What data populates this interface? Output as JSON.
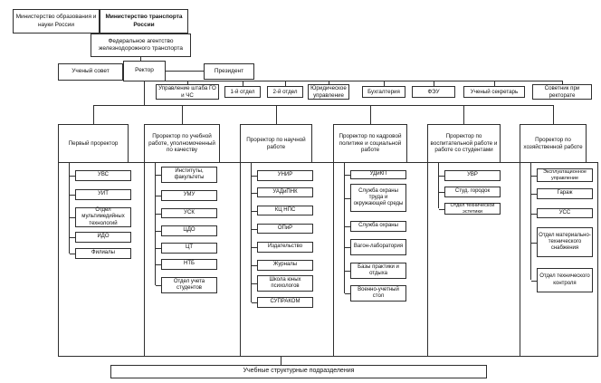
{
  "top": {
    "ministry_education": "Министерство образования и науки России",
    "ministry_transport": "Министерство транспорта России",
    "federal_agency": "Федеральное агентство железнодорожного транспорта",
    "academic_council": "Ученый совет",
    "rector": "Ректор",
    "president": "Президент"
  },
  "staff_row": [
    "Управление штаба ГО и ЧС",
    "1-й отдел",
    "2-й отдел",
    "Юридическое управление",
    "Бухгалтерия",
    "ФЭУ",
    "Ученый секретарь",
    "Советник при ректорате"
  ],
  "columns": [
    {
      "header": "Первый проректор",
      "children": [
        "УВС",
        "УИТ",
        "Отдел мультимедийных технологий",
        "ИДО",
        "Филиалы"
      ]
    },
    {
      "header": "Проректор по учебной работе, уполномоченный по качеству",
      "children": [
        "Институты, факультеты",
        "УМУ",
        "УСК",
        "ЦДО",
        "ЦТ",
        "НТБ",
        "Отдел учета студентов"
      ]
    },
    {
      "header": "Проректор по научной работе",
      "children": [
        "УНИР",
        "УАДиПНК",
        "КЦ НПС",
        "ОПиР",
        "Издательство",
        "Журналы",
        "Школа юных психологов",
        "СУПРАКОМ"
      ]
    },
    {
      "header": "Проректор по кадровой политике и социальной работе",
      "children": [
        "УДиКП",
        "Служба охраны труда и окружающей среды",
        "Служба охраны",
        "Вагон-лаборатория",
        "Базы практики и отдыха",
        "Военно-учетный стол"
      ]
    },
    {
      "header": "Проректор по воспитательной работе и работе со студентами",
      "children": [
        "УВР",
        "Студ. городок",
        "Отдел технической эстетики"
      ]
    },
    {
      "header": "Проректор по хозяйственной работе",
      "children": [
        "Эксплуатационное управление",
        "Гараж",
        "УСС",
        "Отдел материально-технического снабжения",
        "Отдел технического контроля"
      ]
    }
  ],
  "footer": "Учебные структурные подразделения"
}
